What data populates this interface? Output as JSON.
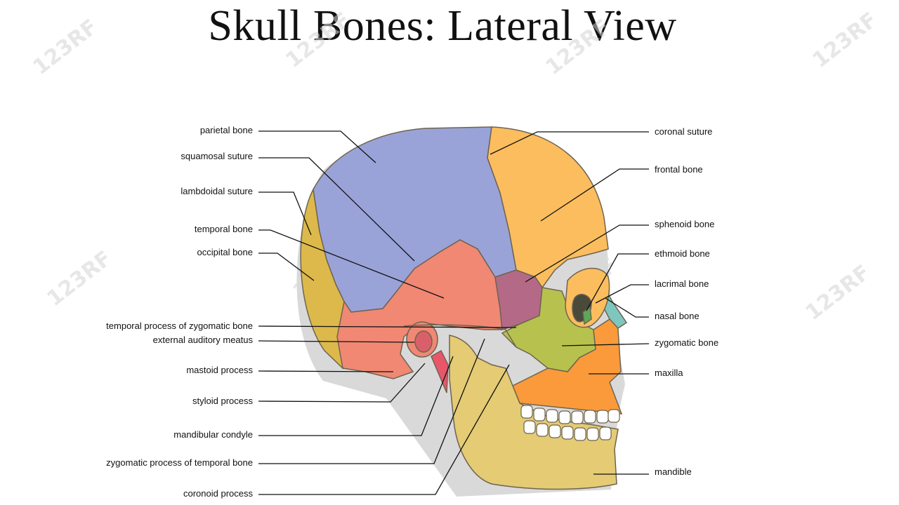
{
  "title": "Skull Bones: Lateral View",
  "watermark": "123RF",
  "labels_left": [
    {
      "id": "parietal-bone",
      "text": "parietal bone"
    },
    {
      "id": "squamosal-suture",
      "text": "squamosal suture"
    },
    {
      "id": "lambdoidal-suture",
      "text": "lambdoidal suture"
    },
    {
      "id": "temporal-bone",
      "text": "temporal bone"
    },
    {
      "id": "occipital-bone",
      "text": "occipital bone"
    },
    {
      "id": "temporal-process-of-zygomatic-bone",
      "text": "temporal process of zygomatic bone"
    },
    {
      "id": "external-auditory-meatus",
      "text": "external auditory meatus"
    },
    {
      "id": "mastoid-process",
      "text": "mastoid process"
    },
    {
      "id": "styloid-process",
      "text": "styloid process"
    },
    {
      "id": "mandibular-condyle",
      "text": "mandibular condyle"
    },
    {
      "id": "zygomatic-process-of-temporal-bone",
      "text": "zygomatic process of temporal bone"
    },
    {
      "id": "coronoid-process",
      "text": "coronoid process"
    }
  ],
  "labels_right": [
    {
      "id": "coronal-suture",
      "text": "coronal suture"
    },
    {
      "id": "frontal-bone",
      "text": "frontal bone"
    },
    {
      "id": "sphenoid-bone",
      "text": "sphenoid bone"
    },
    {
      "id": "ethmoid-bone",
      "text": "ethmoid bone"
    },
    {
      "id": "lacrimal-bone",
      "text": "lacrimal bone"
    },
    {
      "id": "nasal-bone",
      "text": "nasal bone"
    },
    {
      "id": "zygomatic-bone",
      "text": "zygomatic bone"
    },
    {
      "id": "maxilla",
      "text": "maxilla"
    },
    {
      "id": "mandible",
      "text": "mandible"
    }
  ],
  "colors": {
    "parietal": "#9aa3d8",
    "frontal": "#fbbd5e",
    "temporal": "#f08874",
    "occipital": "#ddb94b",
    "sphenoid": "#b46a86",
    "zygomatic": "#b7c24e",
    "maxilla": "#fb9a3a",
    "mandible": "#e4cb74",
    "nasal": "#7ec6be",
    "ethmoid": "#5aaa55",
    "outline": "#6e6450"
  }
}
